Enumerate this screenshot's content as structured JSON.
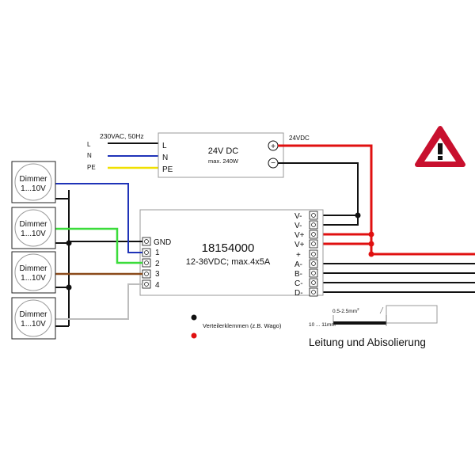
{
  "mains": {
    "supply": "230VAC, 50Hz",
    "l": "L",
    "n": "N",
    "pe": "PE"
  },
  "psu": {
    "title": "24V DC",
    "sub": "max. 240W",
    "t_l": "L",
    "t_n": "N",
    "t_pe": "PE",
    "plus": "+",
    "minus": "−",
    "out_label": "24VDC"
  },
  "controller": {
    "model": "18154000",
    "spec": "12-36VDC; max.4x5A",
    "left_terminals": [
      "GND",
      "1",
      "2",
      "3",
      "4"
    ],
    "right_terminals": [
      "V-",
      "V-",
      "V+",
      "V+",
      "+",
      "A-",
      "B-",
      "C-",
      "D-"
    ]
  },
  "dimmers": [
    {
      "name": "Dimmer",
      "range": "1...10V"
    },
    {
      "name": "Dimmer",
      "range": "1...10V"
    },
    {
      "name": "Dimmer",
      "range": "1...10V"
    },
    {
      "name": "Dimmer",
      "range": "1...10V"
    }
  ],
  "legend": {
    "clamp_text": "Verteilerklemmen (z.B. Wago)"
  },
  "stripping": {
    "gauge": "0.5-2.5mm",
    "gauge_sup": "2",
    "length": "10 ... 11mm",
    "caption": "Leitung und Abisolierung"
  },
  "colors": {
    "blue": "#1f33b8",
    "yellow": "#f0e000",
    "green": "#3bdc3b",
    "brown": "#8b4a1a",
    "gray": "#bdbdbd",
    "red": "#e01010",
    "warning_red": "#c8102e"
  },
  "icons": {
    "warning": "warning-triangle-icon"
  }
}
